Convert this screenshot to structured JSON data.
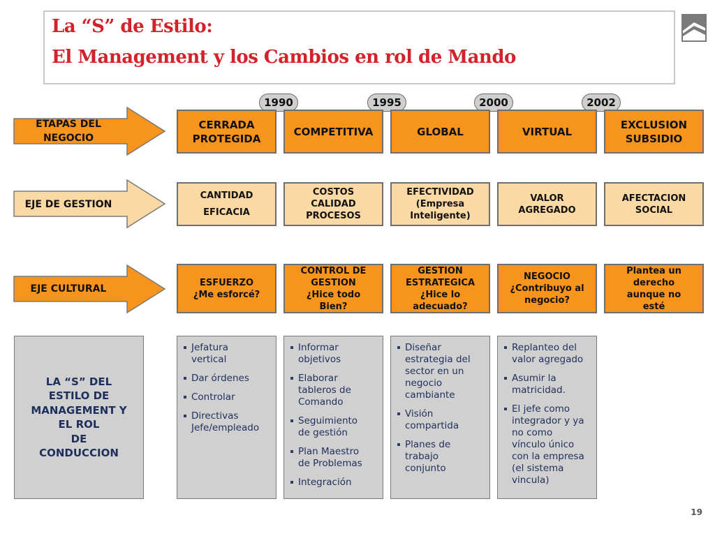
{
  "title": {
    "line1": "La “S” de Estilo:",
    "line2": "El Management y los Cambios en rol de Mando"
  },
  "logo": {
    "icon": "arch-logo-icon"
  },
  "years": [
    "1990",
    "1995",
    "2000",
    "2002"
  ],
  "rows": [
    {
      "label": "ETAPAS DEL\nNEGOCIO",
      "cells": [
        "CERRADA\nPROTEGIDA",
        "COMPETITIVA",
        "GLOBAL",
        "VIRTUAL",
        "EXCLUSION\nSUBSIDIO"
      ]
    },
    {
      "label": "EJE DE GESTION",
      "cells": [
        "CANTIDAD\n\nEFICACIA",
        "COSTOS\nCALIDAD\nPROCESOS",
        "EFECTIVIDAD\n(Empresa\nInteligente)",
        "VALOR\nAGREGADO",
        "AFECTACION\nSOCIAL"
      ]
    },
    {
      "label": "EJE CULTURAL",
      "cells": [
        "ESFUERZO\n¿Me esforcé?",
        "CONTROL DE\nGESTION\n¿Hice todo\nBien?",
        "GESTION\nESTRATEGICA\n¿Hice lo\nadecuado?",
        "NEGOCIO\n¿Contribuyo al\nnegocio?",
        "Plantea un\nderecho\naunque no\nesté"
      ]
    }
  ],
  "style_box": {
    "label": "LA “S” DEL\nESTILO DE\nMANAGEMENT Y\nEL ROL\nDE\nCONDUCCION"
  },
  "bullet_columns": [
    [
      "Jefatura\nvertical",
      "Dar órdenes",
      "Controlar",
      "Directivas\nJefe/empleado"
    ],
    [
      "Informar\nobjetivos",
      "Elaborar\ntableros de\nComando",
      "Seguimiento\nde gestión",
      "Plan Maestro\nde Problemas",
      "Integración"
    ],
    [
      "Diseñar\nestrategia del\nsector en un\nnegocio\ncambiante",
      "Visión\ncompartida",
      "Planes de\ntrabajo\nconjunto"
    ],
    [
      "Replanteo del\nvalor agregado",
      "Asumir la\nmatricidad.",
      "El jefe como\nintegrador y ya\nno como\nvínculo único\ncon la empresa\n(el sistema\nvincula)"
    ]
  ],
  "page_number": "19",
  "colors": {
    "title": "#d2222a",
    "orange": "#f7941d",
    "light_orange": "#fbd9a4",
    "gray": "#d0d0d0",
    "navy_text": "#1f2f5c"
  }
}
